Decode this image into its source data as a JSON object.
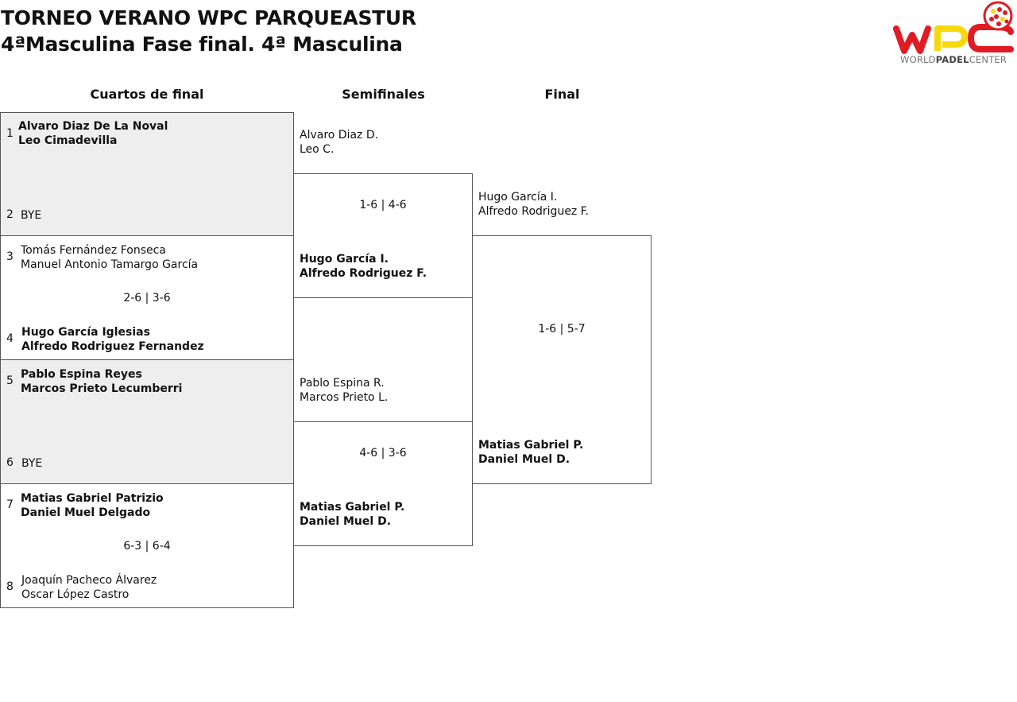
{
  "header": {
    "title": "TORNEO VERANO WPC PARQUEASTUR",
    "subtitle": "4ªMasculina Fase final. 4ª Masculina"
  },
  "logo": {
    "word": "WPC",
    "caption_left": "WORLD",
    "caption_mid": "PADEL",
    "caption_right": "CENTER",
    "colors": {
      "red": "#e01b24",
      "yellow": "#f5d90a"
    }
  },
  "rounds": [
    "Cuartos de final",
    "Semifinales",
    "Final"
  ],
  "quarterfinals": [
    {
      "a": {
        "seed": "1",
        "p1": "Alvaro Diaz De La Noval",
        "p2": "Leo Cimadevilla",
        "winner": true
      },
      "b": {
        "seed": "2",
        "p1": "BYE",
        "p2": "",
        "winner": false
      },
      "score": "",
      "bye": true
    },
    {
      "a": {
        "seed": "3",
        "p1": "Tomás Fernández Fonseca",
        "p2": "Manuel Antonio Tamargo García",
        "winner": false
      },
      "b": {
        "seed": "4",
        "p1": "Hugo García Iglesias",
        "p2": "Alfredo Rodriguez Fernandez",
        "winner": true
      },
      "score": "2-6 | 3-6",
      "bye": false
    },
    {
      "a": {
        "seed": "5",
        "p1": "Pablo Espina Reyes",
        "p2": "Marcos Prieto Lecumberri",
        "winner": true
      },
      "b": {
        "seed": "6",
        "p1": "BYE",
        "p2": "",
        "winner": false
      },
      "score": "",
      "bye": true
    },
    {
      "a": {
        "seed": "7",
        "p1": "Matias Gabriel Patrizio",
        "p2": "Daniel Muel Delgado",
        "winner": true
      },
      "b": {
        "seed": "8",
        "p1": "Joaquín Pacheco Álvarez",
        "p2": "Oscar López Castro",
        "winner": false
      },
      "score": "6-3 | 6-4",
      "bye": false
    }
  ],
  "semifinals": [
    {
      "a": {
        "p1": "Alvaro Diaz D.",
        "p2": "Leo C.",
        "winner": false
      },
      "b": {
        "p1": "Hugo García I.",
        "p2": "Alfredo Rodriguez F.",
        "winner": true
      },
      "score": "1-6 | 4-6"
    },
    {
      "a": {
        "p1": "Pablo Espina R.",
        "p2": "Marcos Prieto L.",
        "winner": false
      },
      "b": {
        "p1": "Matias Gabriel P.",
        "p2": "Daniel Muel D.",
        "winner": true
      },
      "score": "4-6 | 3-6"
    }
  ],
  "final": {
    "a": {
      "p1": "Hugo García I.",
      "p2": "Alfredo Rodriguez F.",
      "winner": false
    },
    "b": {
      "p1": "Matias Gabriel P.",
      "p2": "Daniel Muel D.",
      "winner": true
    },
    "score": "1-6 | 5-7"
  }
}
